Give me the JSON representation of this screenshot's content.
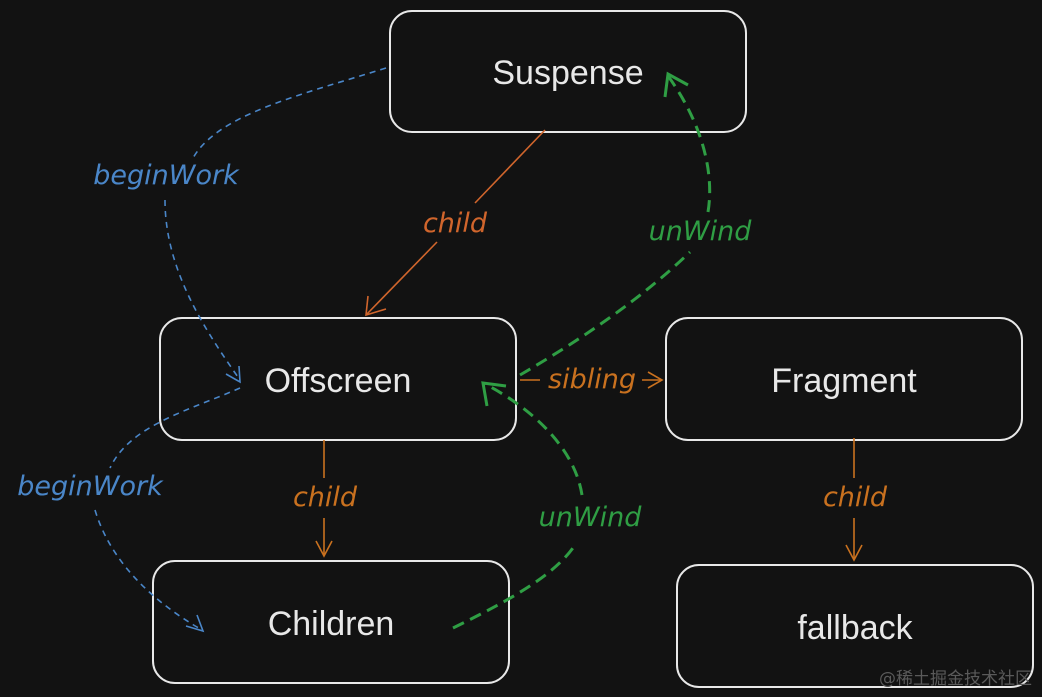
{
  "colors": {
    "background": "#121212",
    "node_border": "#e8e8e8",
    "child": "#c9711f",
    "child_suspense": "#d0652c",
    "beginwork": "#4a86c8",
    "unwind": "#2f9e44"
  },
  "nodes": {
    "suspense": "Suspense",
    "offscreen": "Offscreen",
    "fragment": "Fragment",
    "children": "Children",
    "fallback": "fallback"
  },
  "edges": {
    "suspense_offscreen": "child",
    "offscreen_children": "child",
    "fragment_fallback": "child",
    "offscreen_fragment": "sibling",
    "beginwork_1": "beginWork",
    "beginwork_2": "beginWork",
    "unwind_1": "unWind",
    "unwind_2": "unWind"
  },
  "watermark": "@稀土掘金技术社区"
}
